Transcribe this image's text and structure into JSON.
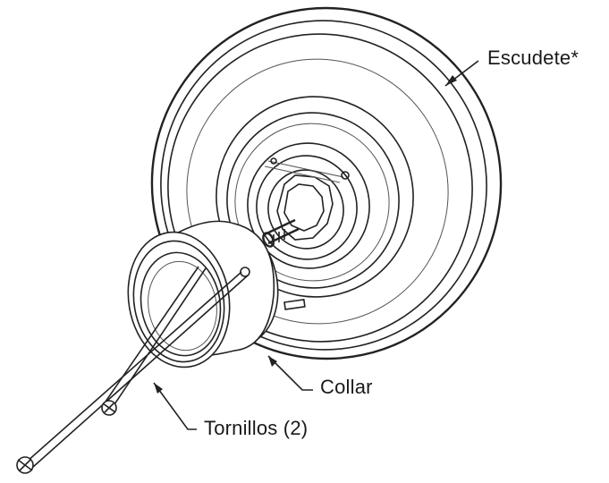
{
  "labels": {
    "escutcheon": "Escudete*",
    "collar": "Collar",
    "screws": "Tornillos (2)"
  },
  "colors": {
    "line": "#222222",
    "background": "#ffffff"
  }
}
